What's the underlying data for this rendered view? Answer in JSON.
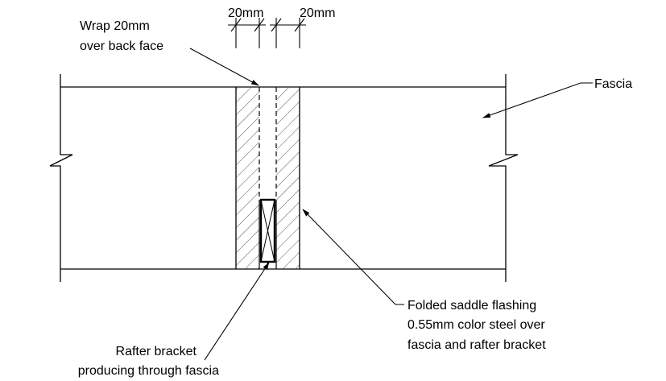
{
  "labels": {
    "dim_left": "20mm",
    "dim_right": "20mm",
    "wrap_line1": "Wrap 20mm",
    "wrap_line2": "over back face",
    "fascia": "Fascia",
    "flashing_line1": "Folded saddle flashing",
    "flashing_line2": "0.55mm color steel over",
    "flashing_line3": "fascia and rafter bracket",
    "bracket_line1": "Rafter bracket",
    "bracket_line2": "producing through fascia"
  },
  "colors": {
    "line": "#000000",
    "hatch": "#555555",
    "background": "#ffffff"
  }
}
